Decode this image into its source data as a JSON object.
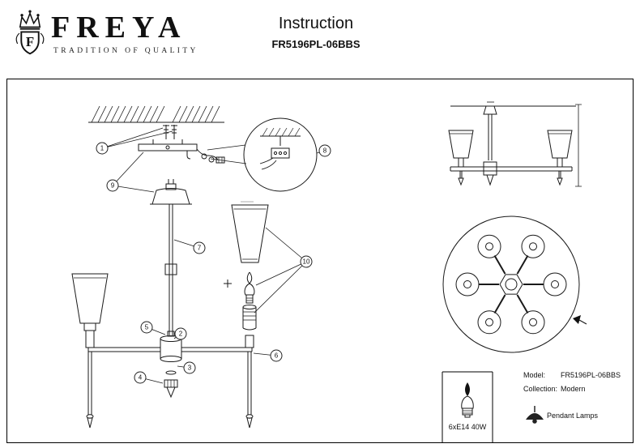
{
  "header": {
    "brand": "FREYA",
    "tagline": "TRADITION OF QUALITY",
    "title": "Instruction",
    "model": "FR5196PL-06BBS"
  },
  "diagram": {
    "callouts": [
      {
        "label": "1"
      },
      {
        "label": "9"
      },
      {
        "label": "7"
      },
      {
        "label": "5"
      },
      {
        "label": "2"
      },
      {
        "label": "3"
      },
      {
        "label": "4"
      },
      {
        "label": "6"
      },
      {
        "label": "8"
      },
      {
        "label": "10"
      }
    ]
  },
  "specs": {
    "bulb": "6xE14 40W",
    "model_label": "Model:",
    "model_value": "FR5196PL-06BBS",
    "collection_label": "Collection:",
    "collection_value": "Modern",
    "category": "Pendant Lamps"
  },
  "colors": {
    "ink": "#111111",
    "line": "#1a1a1a"
  }
}
